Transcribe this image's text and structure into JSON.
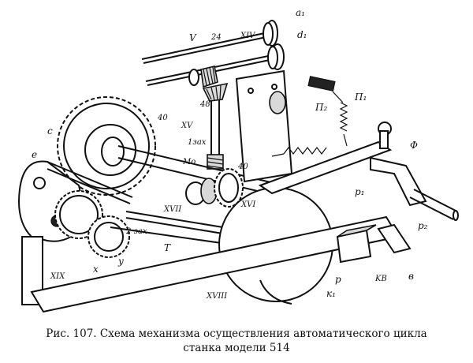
{
  "caption": {
    "line1": "Рис. 107. Схема механизма осуществления автоматического цикла",
    "line2": "станка модели 514"
  },
  "labels": {
    "V": "V",
    "n24": "24",
    "XIV": "XIV",
    "a1": "a₁",
    "d1": "d₁",
    "n48": "48",
    "n40a": "40",
    "P1": "П₁",
    "P2": "П₂",
    "XV": "XV",
    "c": "c",
    "e": "e",
    "zax1": "1зах",
    "Mo": "Mо",
    "n40b": "40",
    "F": "Ф",
    "XVI": "XVI",
    "p1": "p₁",
    "XVII": "XVII",
    "zax2": "2 зах",
    "p2": "p₂",
    "T": "T",
    "XIX": "XIX",
    "x": "x",
    "y": "y",
    "p": "p",
    "KV": "KВ",
    "v": "в",
    "k1": "к₁",
    "XVIII": "XVIII"
  }
}
